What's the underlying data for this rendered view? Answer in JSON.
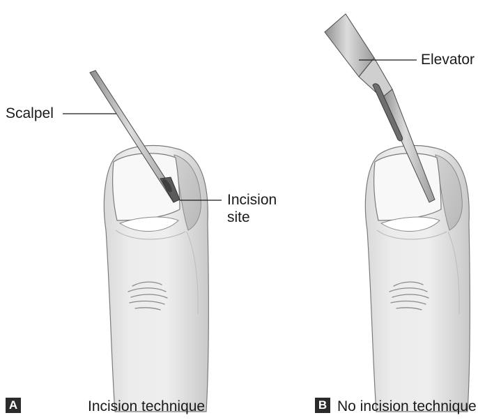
{
  "panel_a": {
    "badge": "A",
    "caption": "Incision technique",
    "instrument_label": "Scalpel",
    "site_label_line1": "Incision",
    "site_label_line2": "site"
  },
  "panel_b": {
    "badge": "B",
    "caption": "No incision technique",
    "instrument_label": "Elevator"
  },
  "colors": {
    "skin": "#e9e9e9",
    "skin_shadow": "#cfcfcf",
    "nail": "#f7f7f7",
    "outline": "#6f6f6f",
    "steel": "#b9b9b9",
    "badge_bg": "#2b2b2b"
  }
}
